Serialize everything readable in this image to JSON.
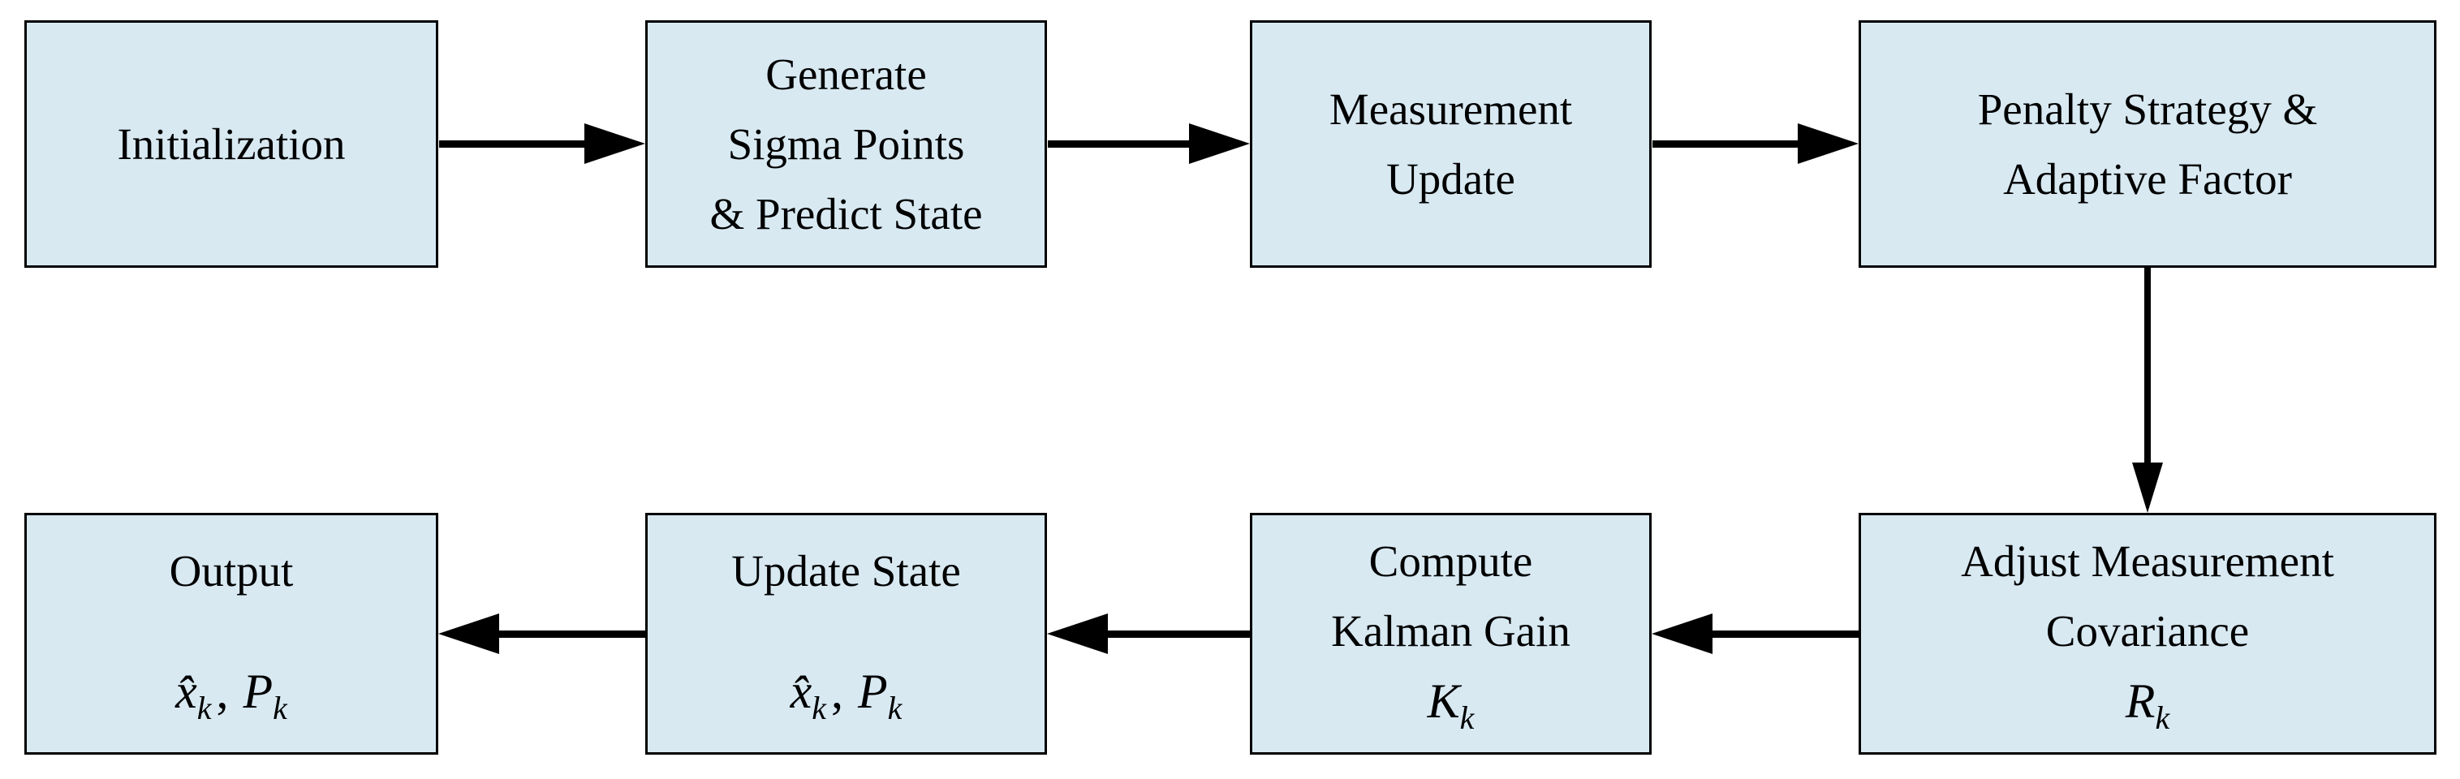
{
  "background": "#ffffff",
  "colors": {
    "box_fill": "#D8E9F2",
    "box_border": "#000000",
    "arrow": "#000000",
    "text": "#000000"
  },
  "flowchart": {
    "boxes": [
      {
        "id": "initialization",
        "lines": [
          "Initialization"
        ]
      },
      {
        "id": "generate-sigma",
        "lines": [
          "Generate",
          "Sigma Points",
          "& Predict State"
        ]
      },
      {
        "id": "measurement-update",
        "lines": [
          "Measurement",
          "Update"
        ]
      },
      {
        "id": "penalty-adaptive",
        "lines": [
          "Penalty Strategy &",
          "Adaptive Factor"
        ]
      },
      {
        "id": "adjust-covariance",
        "lines": [
          "Adjust Measurement",
          "Covariance"
        ],
        "math": [
          {
            "base": "R",
            "sub": "k"
          }
        ]
      },
      {
        "id": "compute-kalman-gain",
        "lines": [
          "Compute",
          "Kalman Gain"
        ],
        "math": [
          {
            "base": "K",
            "sub": "k"
          }
        ]
      },
      {
        "id": "update-state",
        "lines": [
          "Update State"
        ],
        "math": [
          {
            "base": "x̂",
            "sub": "k"
          },
          {
            "base": ",",
            "sub": ""
          },
          {
            "base": "P",
            "sub": "k"
          }
        ]
      },
      {
        "id": "output",
        "lines": [
          "Output"
        ],
        "math": [
          {
            "base": "x̂",
            "sub": "k"
          },
          {
            "base": ",",
            "sub": ""
          },
          {
            "base": "P",
            "sub": "k"
          }
        ]
      }
    ],
    "connections": [
      {
        "from": "initialization",
        "to": "generate-sigma",
        "direction": "right"
      },
      {
        "from": "generate-sigma",
        "to": "measurement-update",
        "direction": "right"
      },
      {
        "from": "measurement-update",
        "to": "penalty-adaptive",
        "direction": "right"
      },
      {
        "from": "penalty-adaptive",
        "to": "adjust-covariance",
        "direction": "down"
      },
      {
        "from": "adjust-covariance",
        "to": "compute-kalman-gain",
        "direction": "left"
      },
      {
        "from": "compute-kalman-gain",
        "to": "update-state",
        "direction": "left"
      },
      {
        "from": "update-state",
        "to": "output",
        "direction": "left"
      }
    ]
  }
}
